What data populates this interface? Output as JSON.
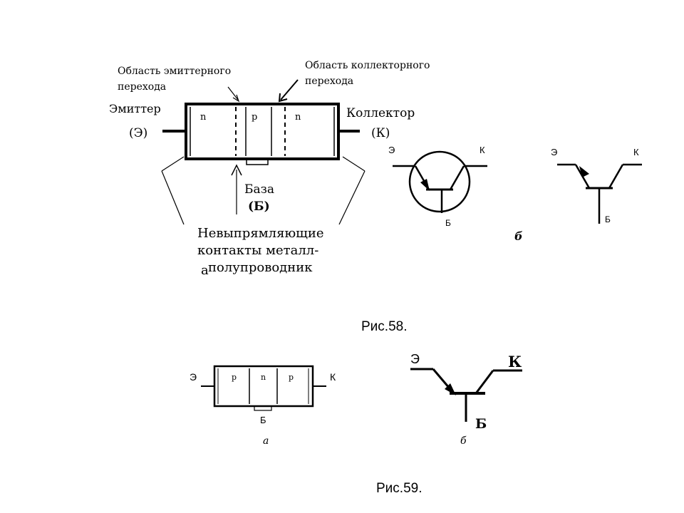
{
  "fig58": {
    "emitter_region_label_1": "Область эмиттерного",
    "emitter_region_label_2": "перехода",
    "collector_region_label_1": "Область коллекторного",
    "collector_region_label_2": "перехода",
    "emitter_label": "Эмиттер",
    "emitter_symbol": "(Э)",
    "collector_label": "Коллектор",
    "collector_symbol": "(К)",
    "base_label": "База",
    "base_symbol": "(Б)",
    "left_region": "n",
    "middle_region": "p",
    "right_region": "n",
    "contacts_line_1": "Невыпрямляющие",
    "contacts_line_2": "контакты металл-",
    "contacts_line_3": "полупроводник",
    "sub_a": "а",
    "symbol_emitter": "Э",
    "symbol_collector": "К",
    "symbol_base": "Б",
    "sub_b": "б",
    "caption": "Рис.58."
  },
  "fig59": {
    "emitter": "Э",
    "collector": "К",
    "base": "Б",
    "left_region": "p",
    "middle_region": "n",
    "right_region": "p",
    "sub_a": "а",
    "sub_b": "б",
    "caption": "Рис.59."
  }
}
